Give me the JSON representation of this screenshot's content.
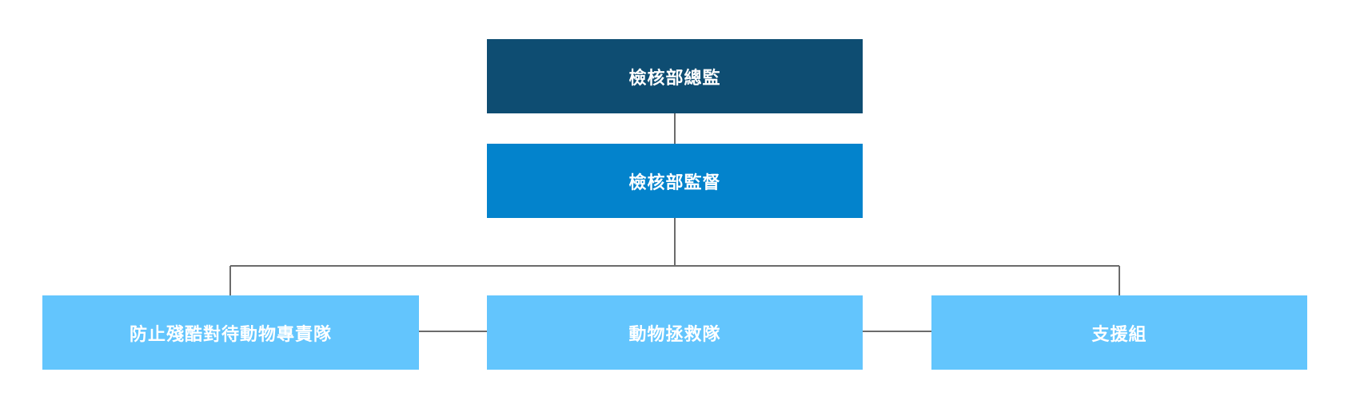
{
  "colors": {
    "level1": "#0e4d72",
    "level2": "#0383cc",
    "level3": "#63c5fd",
    "connector": "#6b6b6b"
  },
  "org": {
    "director": "檢核部總監",
    "supervisor": "檢核部監督",
    "teams": [
      "防止殘酷對待動物專責隊",
      "動物拯救隊",
      "支援組"
    ]
  }
}
